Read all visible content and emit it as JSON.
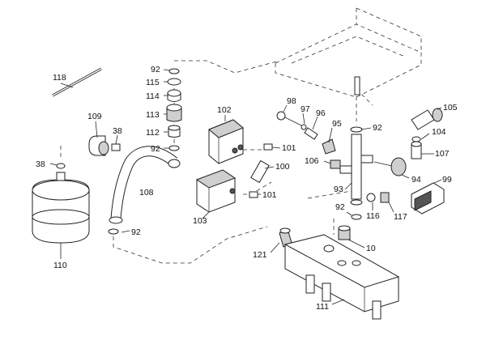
{
  "callouts": [
    {
      "id": "118",
      "text": "118"
    },
    {
      "id": "92a",
      "text": "92"
    },
    {
      "id": "115",
      "text": "115"
    },
    {
      "id": "114",
      "text": "114"
    },
    {
      "id": "113",
      "text": "113"
    },
    {
      "id": "112",
      "text": "112"
    },
    {
      "id": "92b",
      "text": "92"
    },
    {
      "id": "109",
      "text": "109"
    },
    {
      "id": "38a",
      "text": "38"
    },
    {
      "id": "38b",
      "text": "38"
    },
    {
      "id": "108",
      "text": "108"
    },
    {
      "id": "92c",
      "text": "92"
    },
    {
      "id": "110",
      "text": "110"
    },
    {
      "id": "102",
      "text": "102"
    },
    {
      "id": "101a",
      "text": "101"
    },
    {
      "id": "100",
      "text": "100"
    },
    {
      "id": "101b",
      "text": "101"
    },
    {
      "id": "103",
      "text": "103"
    },
    {
      "id": "98",
      "text": "98"
    },
    {
      "id": "97",
      "text": "97"
    },
    {
      "id": "96",
      "text": "96"
    },
    {
      "id": "95",
      "text": "95"
    },
    {
      "id": "92d",
      "text": "92"
    },
    {
      "id": "105",
      "text": "105"
    },
    {
      "id": "104",
      "text": "104"
    },
    {
      "id": "107",
      "text": "107"
    },
    {
      "id": "106",
      "text": "106"
    },
    {
      "id": "94",
      "text": "94"
    },
    {
      "id": "93",
      "text": "93"
    },
    {
      "id": "99",
      "text": "99"
    },
    {
      "id": "92e",
      "text": "92"
    },
    {
      "id": "116",
      "text": "116"
    },
    {
      "id": "117",
      "text": "117"
    },
    {
      "id": "121",
      "text": "121"
    },
    {
      "id": "10",
      "text": "10"
    },
    {
      "id": "111",
      "text": "111"
    }
  ]
}
